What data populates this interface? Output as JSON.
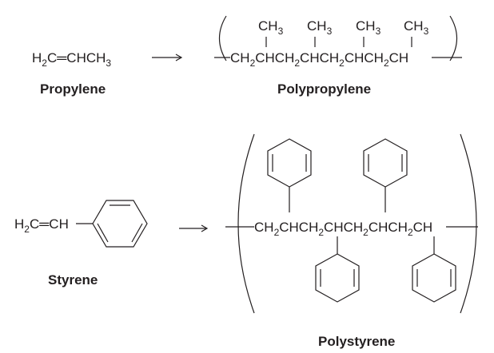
{
  "propylene": {
    "formula": [
      "H",
      "2",
      "C",
      "═",
      "CHCH",
      "3"
    ],
    "name": "Propylene"
  },
  "polypropylene": {
    "methyl_group": [
      "CH",
      "3"
    ],
    "chain": [
      "CH",
      "2",
      "CHCH",
      "2",
      "CHCH",
      "2",
      "CHCH",
      "2",
      "CH"
    ],
    "name": "Polypropylene"
  },
  "styrene": {
    "formula": [
      "H",
      "2",
      "C",
      "═",
      "CH"
    ],
    "name": "Styrene"
  },
  "polystyrene": {
    "chain": [
      "CH",
      "2",
      "CHCH",
      "2",
      "CHCH",
      "2",
      "CHCH",
      "2",
      "CH"
    ],
    "name": "Polystyrene"
  },
  "reaction_arrow": "→"
}
